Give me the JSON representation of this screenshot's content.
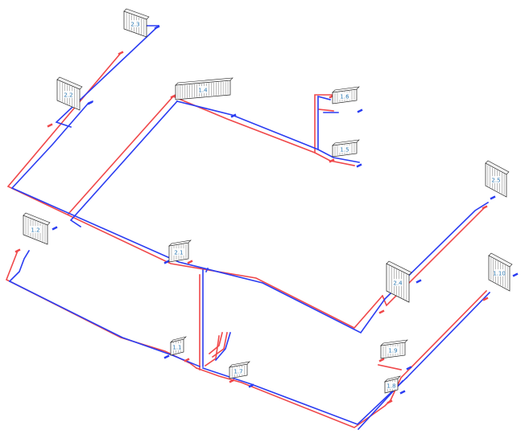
{
  "colors": {
    "supply": "#f0484a",
    "return": "#2b3df2",
    "label": "#2e7bb5",
    "outline": "#222222"
  },
  "radiators": [
    {
      "id": "r23",
      "label": "2.3"
    },
    {
      "id": "r22",
      "label": "2.2"
    },
    {
      "id": "r14",
      "label": "1.4"
    },
    {
      "id": "r16",
      "label": "1.6"
    },
    {
      "id": "r15",
      "label": "1.5"
    },
    {
      "id": "r25",
      "label": "2.5"
    },
    {
      "id": "r12",
      "label": "1.2"
    },
    {
      "id": "r21",
      "label": "2.1"
    },
    {
      "id": "r24",
      "label": "2.4"
    },
    {
      "id": "r110",
      "label": "1.10"
    },
    {
      "id": "r11",
      "label": "1.1"
    },
    {
      "id": "r17",
      "label": "1.7"
    },
    {
      "id": "r19",
      "label": "1.9"
    },
    {
      "id": "r18",
      "label": "1.8"
    }
  ]
}
